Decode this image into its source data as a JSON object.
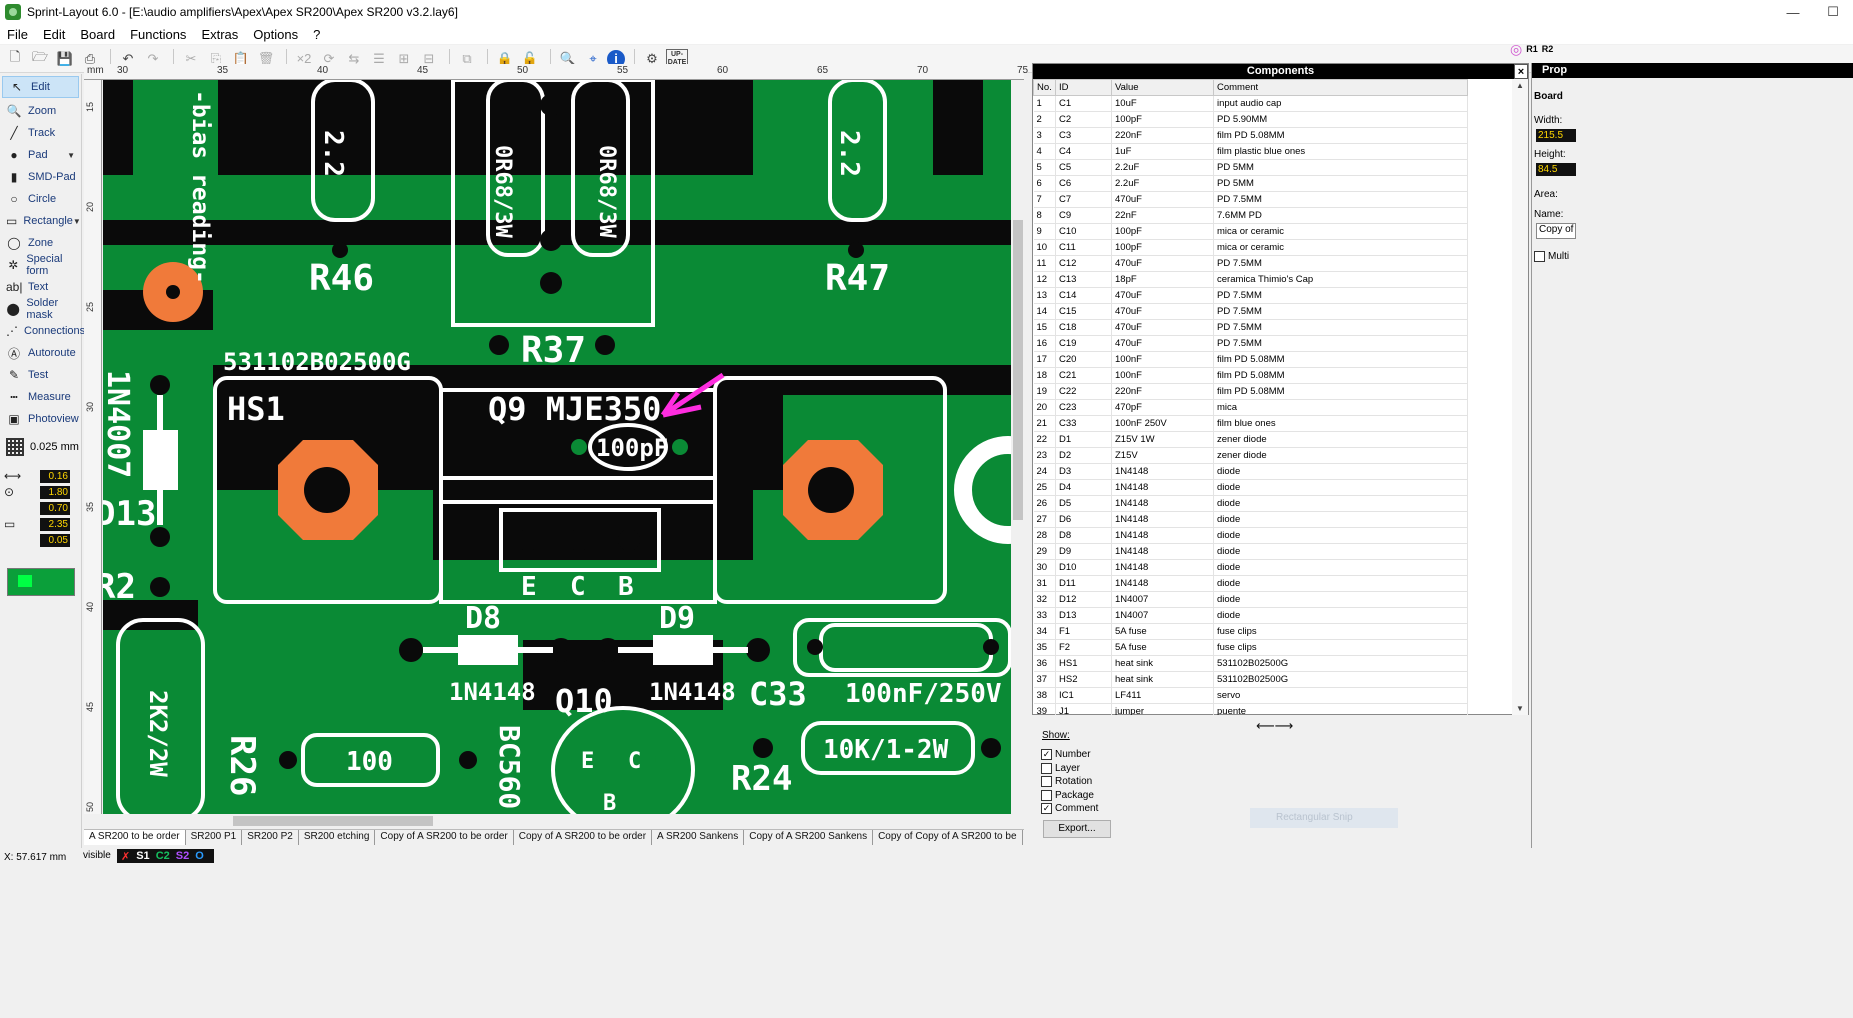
{
  "window": {
    "title": "Sprint-Layout 6.0 - [E:\\audio amplifiers\\Apex\\Apex SR200\\Apex SR200 v3.2.lay6]",
    "controls": [
      "—",
      "☐"
    ]
  },
  "menu": [
    "File",
    "Edit",
    "Board",
    "Functions",
    "Extras",
    "Options",
    "?"
  ],
  "toolbar": {
    "zoom_label": "×2",
    "update_label": "UP-DATE"
  },
  "tools": [
    {
      "label": "Edit",
      "icon": "↖",
      "active": true
    },
    {
      "label": "Zoom",
      "icon": "🔍"
    },
    {
      "label": "Track",
      "icon": "╱"
    },
    {
      "label": "Pad",
      "icon": "●",
      "dropdown": true
    },
    {
      "label": "SMD-Pad",
      "icon": "▮"
    },
    {
      "label": "Circle",
      "icon": "○"
    },
    {
      "label": "Rectangle",
      "icon": "▭",
      "dropdown": true
    },
    {
      "label": "Zone",
      "icon": "◯"
    },
    {
      "label": "Special form",
      "icon": "✲"
    },
    {
      "label": "Text",
      "icon": "ab|"
    },
    {
      "label": "Solder mask",
      "icon": "⬤"
    },
    {
      "label": "Connections",
      "icon": "⋰"
    },
    {
      "label": "Autoroute",
      "icon": "Ⓐ"
    },
    {
      "label": "Test",
      "icon": "✎"
    },
    {
      "label": "Measure",
      "icon": "┅"
    },
    {
      "label": "Photoview",
      "icon": "▣"
    }
  ],
  "grid": {
    "value": "0.025 mm"
  },
  "params": [
    {
      "icon": "⟷",
      "value": "0.16"
    },
    {
      "icon": "⊙",
      "value": "1.80"
    },
    {
      "icon": "",
      "value": "0.70"
    },
    {
      "icon": "▭",
      "value": "2.35"
    },
    {
      "icon": "",
      "value": "0.05"
    }
  ],
  "ruler": {
    "unit": "mm",
    "top_ticks": [
      "30",
      "35",
      "40",
      "45",
      "50",
      "55",
      "60",
      "65",
      "70",
      "75"
    ],
    "left_ticks": [
      "15",
      "20",
      "25",
      "30",
      "35",
      "40",
      "45",
      "50"
    ]
  },
  "board": {
    "labels": {
      "bias": "-bias reading-",
      "r46": "R46",
      "r47": "R47",
      "r37": "R37",
      "r46_val": "2.2",
      "r47_val": "2.2",
      "r37_val_a": "0R68/3W",
      "r37_val_b": "0R68/3W",
      "hs_part": "531102B02500G",
      "hs1": "HS1",
      "q9": "Q9 MJE350",
      "cap100": "100pF",
      "e": "E",
      "c": "C",
      "b": "B",
      "d8": "D8",
      "d9": "D9",
      "d8_val": "1N4148",
      "d9_val": "1N4148",
      "q10": "Q10",
      "c33": "C33",
      "c33_val": "100nF/250V",
      "r24_val": "10K/1-2W",
      "r24": "R24",
      "r26": "R26",
      "r26_val": "100",
      "r2k2": "2K2/2W",
      "bc": "BC560",
      "q10e": "E",
      "q10c": "C",
      "q10b": "B",
      "d1n4007": "1N4007",
      "d13": "D13",
      "r2": "R2"
    }
  },
  "tabs": [
    "A SR200 to be order",
    "SR200 P1",
    "SR200 P2",
    "SR200 etching",
    "Copy of A SR200 to be order",
    "Copy of A SR200 to be order",
    "A SR200 Sankens",
    "Copy of A SR200 Sankens",
    "Copy of Copy of A SR200 to be"
  ],
  "status": {
    "coord": "X:  57.617 mm",
    "visible": "visible",
    "layers": [
      "S1",
      "C2",
      "S2",
      "O"
    ]
  },
  "components": {
    "title": "Components",
    "close": "×",
    "columns": [
      "No.",
      "ID",
      "Value",
      "Comment"
    ],
    "rows": [
      [
        "1",
        "C1",
        "10uF",
        "input audio cap"
      ],
      [
        "2",
        "C2",
        "100pF",
        "PD 5.90MM"
      ],
      [
        "3",
        "C3",
        "220nF",
        "film PD 5.08MM"
      ],
      [
        "4",
        "C4",
        "1uF",
        "film plastic blue ones"
      ],
      [
        "5",
        "C5",
        "2.2uF",
        "PD 5MM"
      ],
      [
        "6",
        "C6",
        "2.2uF",
        "PD 5MM"
      ],
      [
        "7",
        "C7",
        "470uF",
        "PD 7.5MM"
      ],
      [
        "8",
        "C9",
        "22nF",
        "7.6MM PD"
      ],
      [
        "9",
        "C10",
        "100pF",
        "mica or ceramic"
      ],
      [
        "10",
        "C11",
        "100pF",
        "mica or ceramic"
      ],
      [
        "11",
        "C12",
        "470uF",
        "PD 7.5MM"
      ],
      [
        "12",
        "C13",
        "18pF",
        "ceramica Thimio's Cap"
      ],
      [
        "13",
        "C14",
        "470uF",
        "PD 7.5MM"
      ],
      [
        "14",
        "C15",
        "470uF",
        "PD 7.5MM"
      ],
      [
        "15",
        "C18",
        "470uF",
        "PD 7.5MM"
      ],
      [
        "16",
        "C19",
        "470uF",
        "PD 7.5MM"
      ],
      [
        "17",
        "C20",
        "100nF",
        "film PD 5.08MM"
      ],
      [
        "18",
        "C21",
        "100nF",
        "film PD 5.08MM"
      ],
      [
        "19",
        "C22",
        "220nF",
        "film PD 5.08MM"
      ],
      [
        "20",
        "C23",
        "470pF",
        "mica"
      ],
      [
        "21",
        "C33",
        "100nF 250V",
        "film blue ones"
      ],
      [
        "22",
        "D1",
        "Z15V 1W",
        "zener diode"
      ],
      [
        "23",
        "D2",
        "Z15V",
        "zener diode"
      ],
      [
        "24",
        "D3",
        "1N4148",
        "diode"
      ],
      [
        "25",
        "D4",
        "1N4148",
        "diode"
      ],
      [
        "26",
        "D5",
        "1N4148",
        "diode"
      ],
      [
        "27",
        "D6",
        "1N4148",
        "diode"
      ],
      [
        "28",
        "D8",
        "1N4148",
        "diode"
      ],
      [
        "29",
        "D9",
        "1N4148",
        "diode"
      ],
      [
        "30",
        "D10",
        "1N4148",
        "diode"
      ],
      [
        "31",
        "D11",
        "1N4148",
        "diode"
      ],
      [
        "32",
        "D12",
        "1N4007",
        "diode"
      ],
      [
        "33",
        "D13",
        "1N4007",
        "diode"
      ],
      [
        "34",
        "F1",
        "5A fuse",
        "fuse clips"
      ],
      [
        "35",
        "F2",
        "5A fuse",
        "fuse clips"
      ],
      [
        "36",
        "HS1",
        "heat sink",
        "531102B02500G"
      ],
      [
        "37",
        "HS2",
        "heat sink",
        "531102B02500G"
      ],
      [
        "38",
        "IC1",
        "LF411",
        "servo"
      ],
      [
        "39",
        "J1",
        "jumper",
        "puente"
      ]
    ]
  },
  "show": {
    "label": "Show:",
    "options": [
      {
        "label": "Number",
        "checked": true
      },
      {
        "label": "Layer",
        "checked": false
      },
      {
        "label": "Rotation",
        "checked": false
      },
      {
        "label": "Package",
        "checked": false
      },
      {
        "label": "Comment",
        "checked": true
      }
    ],
    "export": "Export...",
    "snip": "Rectangular Snip"
  },
  "properties": {
    "title": "Prop",
    "section": "Board",
    "width_label": "Width:",
    "width_value": "215.5",
    "height_label": "Height:",
    "height_value": "84.5",
    "area_label": "Area:",
    "name_label": "Name:",
    "name_value": "Copy of",
    "multi_label": "Multi"
  },
  "right_toolbar": {
    "r1": "R1",
    "r2": "R2"
  }
}
